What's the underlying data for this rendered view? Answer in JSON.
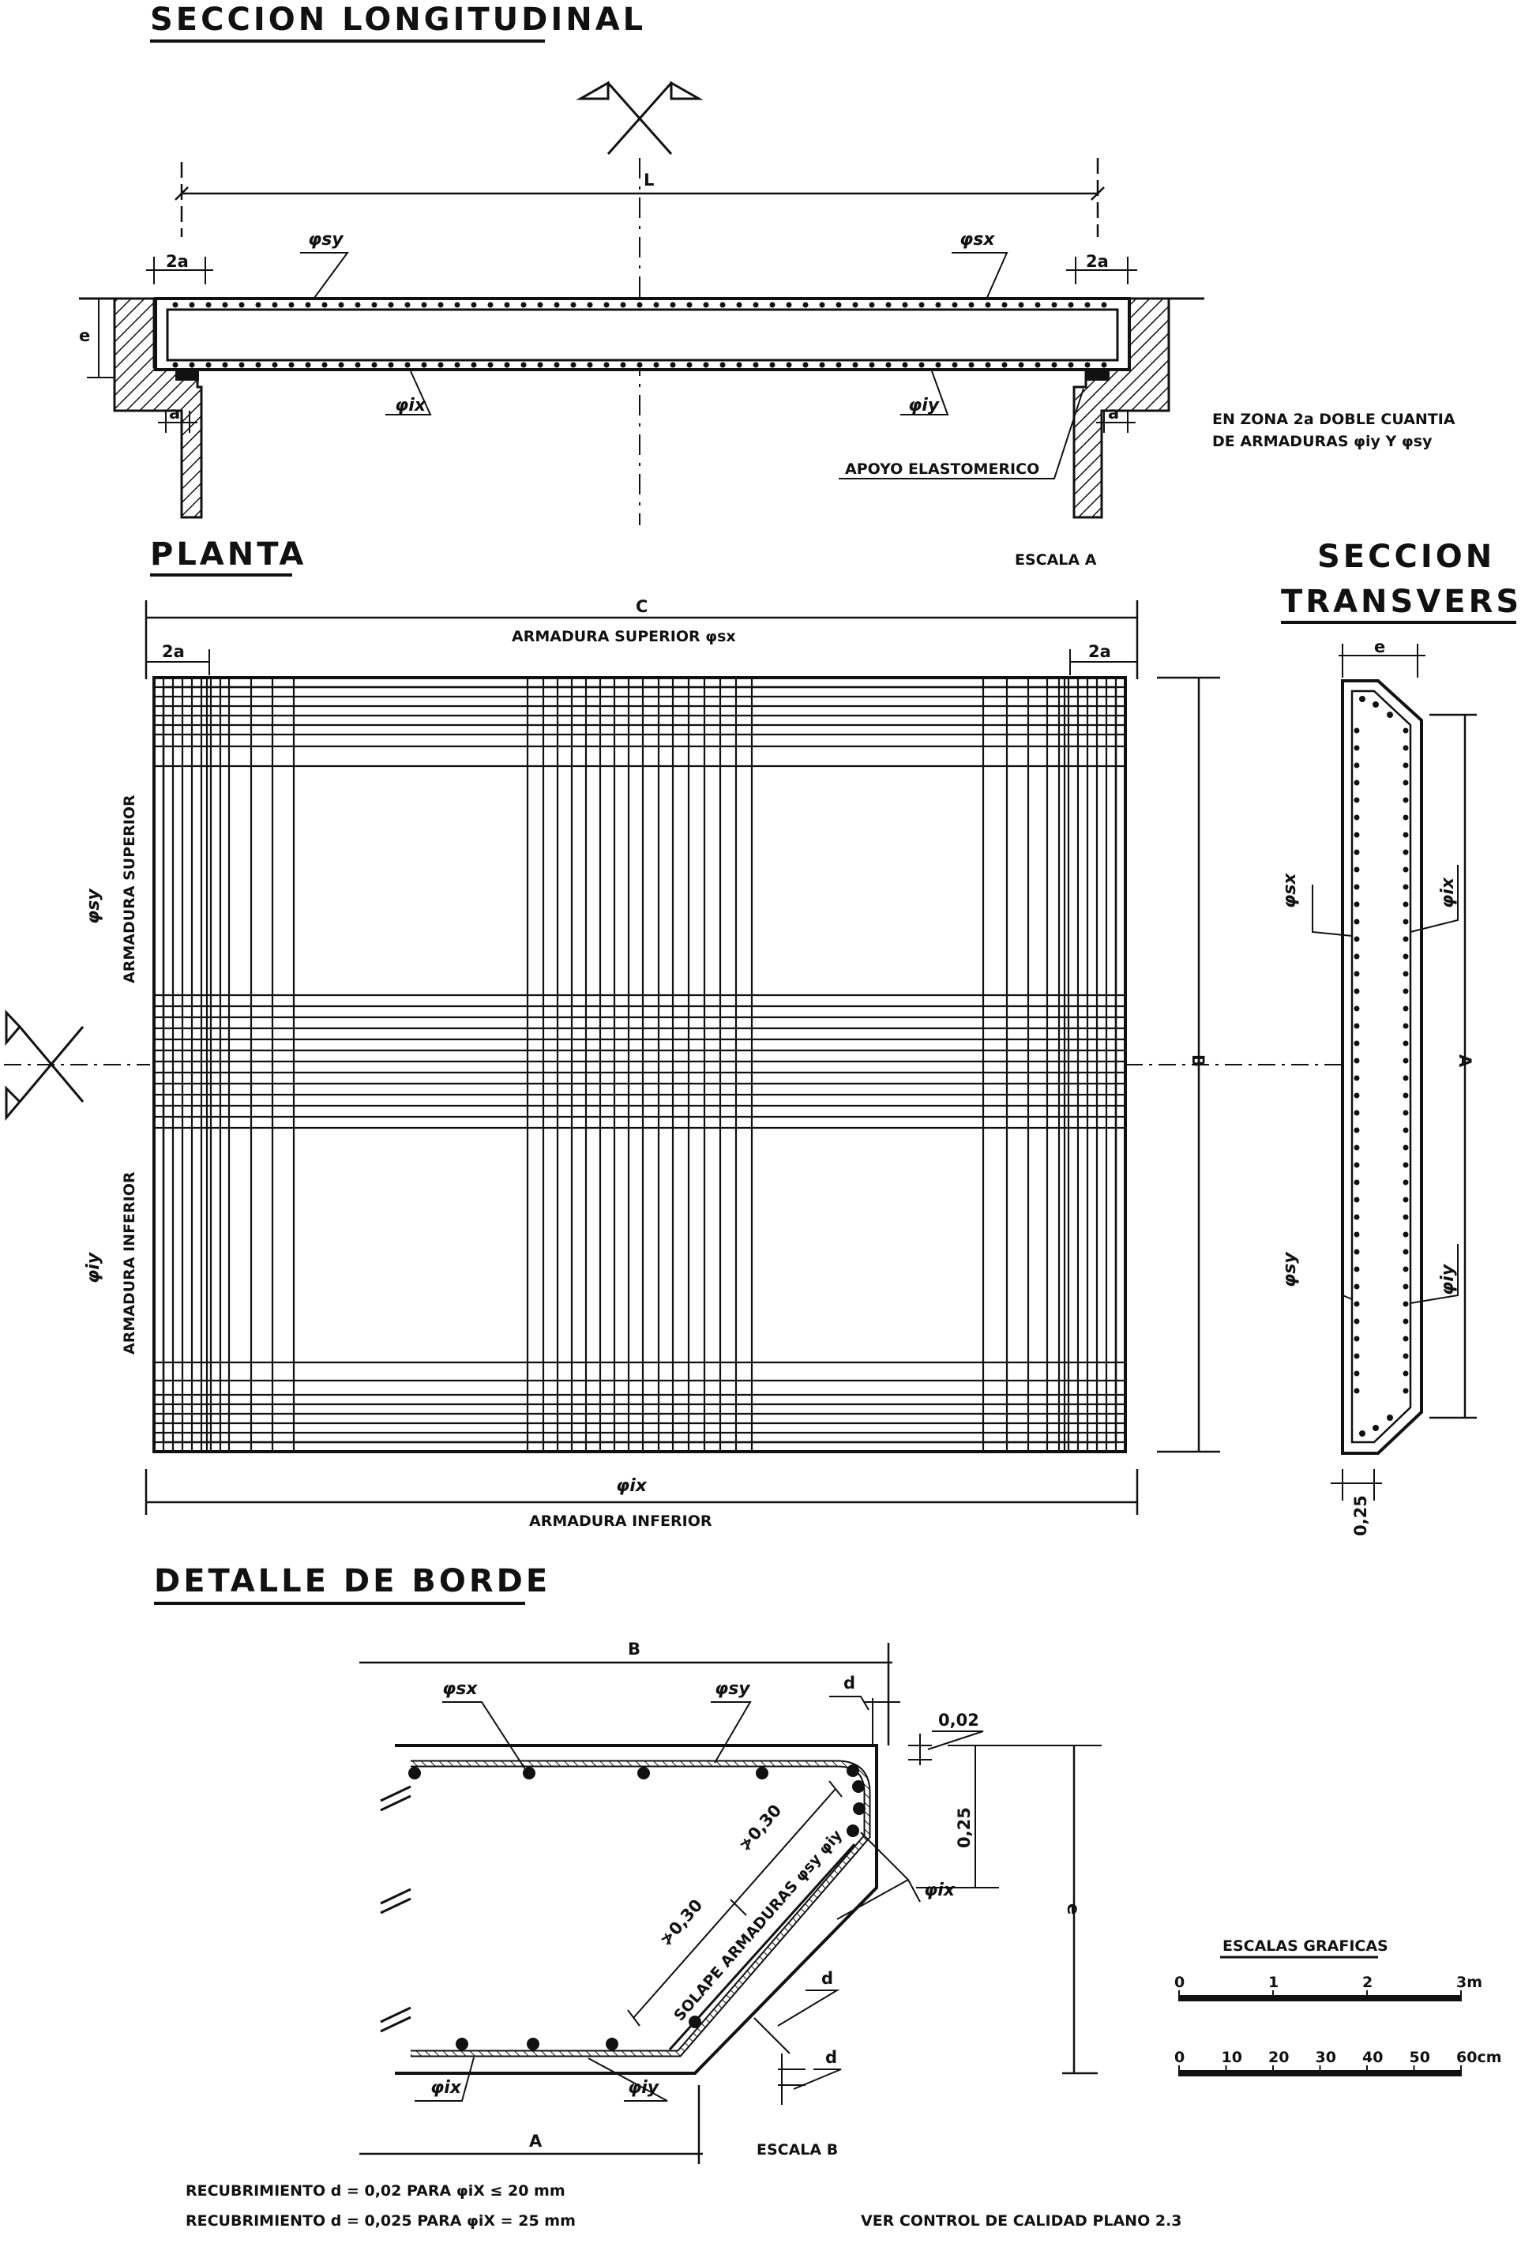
{
  "headings": {
    "longitudinal": "SECCION LONGITUDINAL",
    "plan": "PLANTA",
    "transversal_1": "SECCION",
    "transversal_2": "TRANSVERSAL",
    "edge_detail": "DETALLE DE BORDE",
    "scales": "ESCALAS GRAFICAS"
  },
  "scale_labels": {
    "a": "ESCALA A",
    "b": "ESCALA B"
  },
  "longitudinal": {
    "dim_span": "L",
    "dim_left": "2a",
    "dim_right": "2a",
    "dim_depth": "e",
    "dim_support_left": "a",
    "dim_support_right": "a",
    "bar_top_left": "φsy",
    "bar_top_right": "φsx",
    "bar_bottom_left": "φix",
    "bar_bottom_right": "φiy",
    "bearing_label": "APOYO ELASTOMERICO",
    "note_line1": "EN ZONA 2a DOBLE CUANTIA",
    "note_line2": "DE ARMADURAS φiy Y φsy"
  },
  "plan": {
    "dim_width": "C",
    "top_reinforcement": "ARMADURA SUPERIOR φsx",
    "dim_left": "2a",
    "dim_right": "2a",
    "left_upper_label": "ARMADURA SUPERIOR",
    "left_upper_bar": "φsy",
    "left_lower_label": "ARMADURA INFERIOR",
    "left_lower_bar": "φiy",
    "dim_height": "B",
    "bottom_bar": "φix",
    "bottom_reinforcement": "ARMADURA INFERIOR"
  },
  "transversal": {
    "dim_top": "e",
    "dim_height": "A",
    "bar_left_upper": "φsx",
    "bar_right_upper": "φix",
    "bar_left_lower": "φsy",
    "bar_right_lower": "φiy",
    "dim_bottom": "0,25"
  },
  "edge": {
    "dim_top": "B",
    "dim_cover_top": "d",
    "dim_002": "0,02",
    "dim_025": "0,25",
    "dim_depth": "e",
    "bar_top_1": "φsx",
    "bar_top_2": "φsy",
    "bar_chamfer": "φix",
    "lap_length_1": "≯0,30",
    "lap_length_2": "≯0,30",
    "lap_label": "SOLAPE ARMADURAS φsy φiy",
    "dim_cover_mid": "d",
    "dim_cover_bottom": "d",
    "bar_bottom_1": "φix",
    "bar_bottom_2": "φiy",
    "dim_bottom": "A"
  },
  "scales": {
    "meters_ticks": [
      "0",
      "1",
      "2",
      "3m"
    ],
    "cm_ticks": [
      "0",
      "10",
      "20",
      "30",
      "40",
      "50",
      "60cm"
    ]
  },
  "notes": {
    "cover_1": "RECUBRIMIENTO d = 0,02 PARA φiX ≤ 20 mm",
    "cover_2": "RECUBRIMIENTO d = 0,025 PARA φiX = 25 mm",
    "quality_control": "VER CONTROL DE CALIDAD PLANO 2.3"
  }
}
